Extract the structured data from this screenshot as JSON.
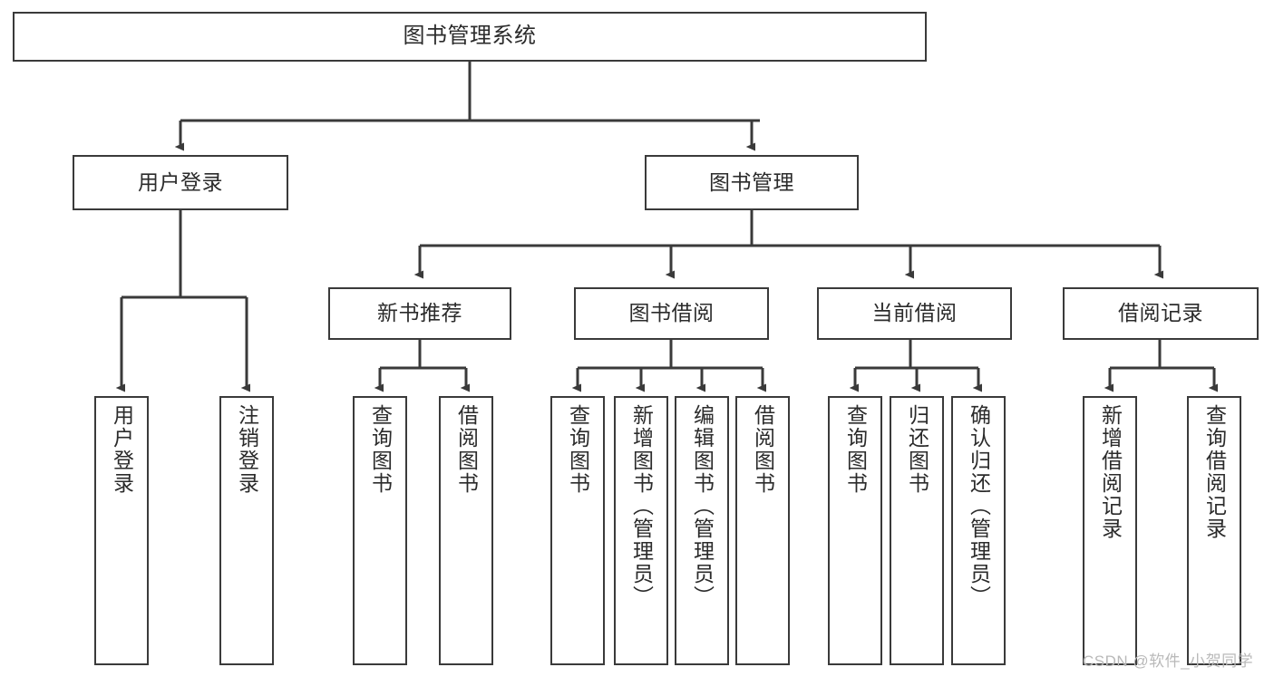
{
  "diagram": {
    "title": "图书管理系统",
    "type": "tree-hierarchy",
    "watermark": "CSDN @软件_小贺同学",
    "colors": {
      "background": "#ffffff",
      "node_border": "#3a3a3a",
      "node_fill": "#ffffff",
      "edge": "#3a3a3a",
      "text": "#2b2b2b",
      "watermark": "#b9b9b9"
    },
    "nodes": {
      "root": {
        "label": "图书管理系统"
      },
      "level1": [
        {
          "label": "用户登录"
        },
        {
          "label": "图书管理"
        }
      ],
      "level2": [
        {
          "label": "新书推荐"
        },
        {
          "label": "图书借阅"
        },
        {
          "label": "当前借阅"
        },
        {
          "label": "借阅记录"
        }
      ],
      "leaves": {
        "user_login": [
          {
            "label": "用户登录"
          },
          {
            "label": "注销登录"
          }
        ],
        "new_book_recommend": [
          {
            "label": "查询图书"
          },
          {
            "label": "借阅图书"
          }
        ],
        "book_borrow": [
          {
            "label": "查询图书"
          },
          {
            "label": "新增图书（管理员）"
          },
          {
            "label": "编辑图书（管理员）"
          },
          {
            "label": "借阅图书"
          }
        ],
        "current_borrow": [
          {
            "label": "查询图书"
          },
          {
            "label": "归还图书"
          },
          {
            "label": "确认归还（管理员）"
          }
        ],
        "borrow_record": [
          {
            "label": "新增借阅记录"
          },
          {
            "label": "查询借阅记录"
          }
        ]
      }
    }
  }
}
